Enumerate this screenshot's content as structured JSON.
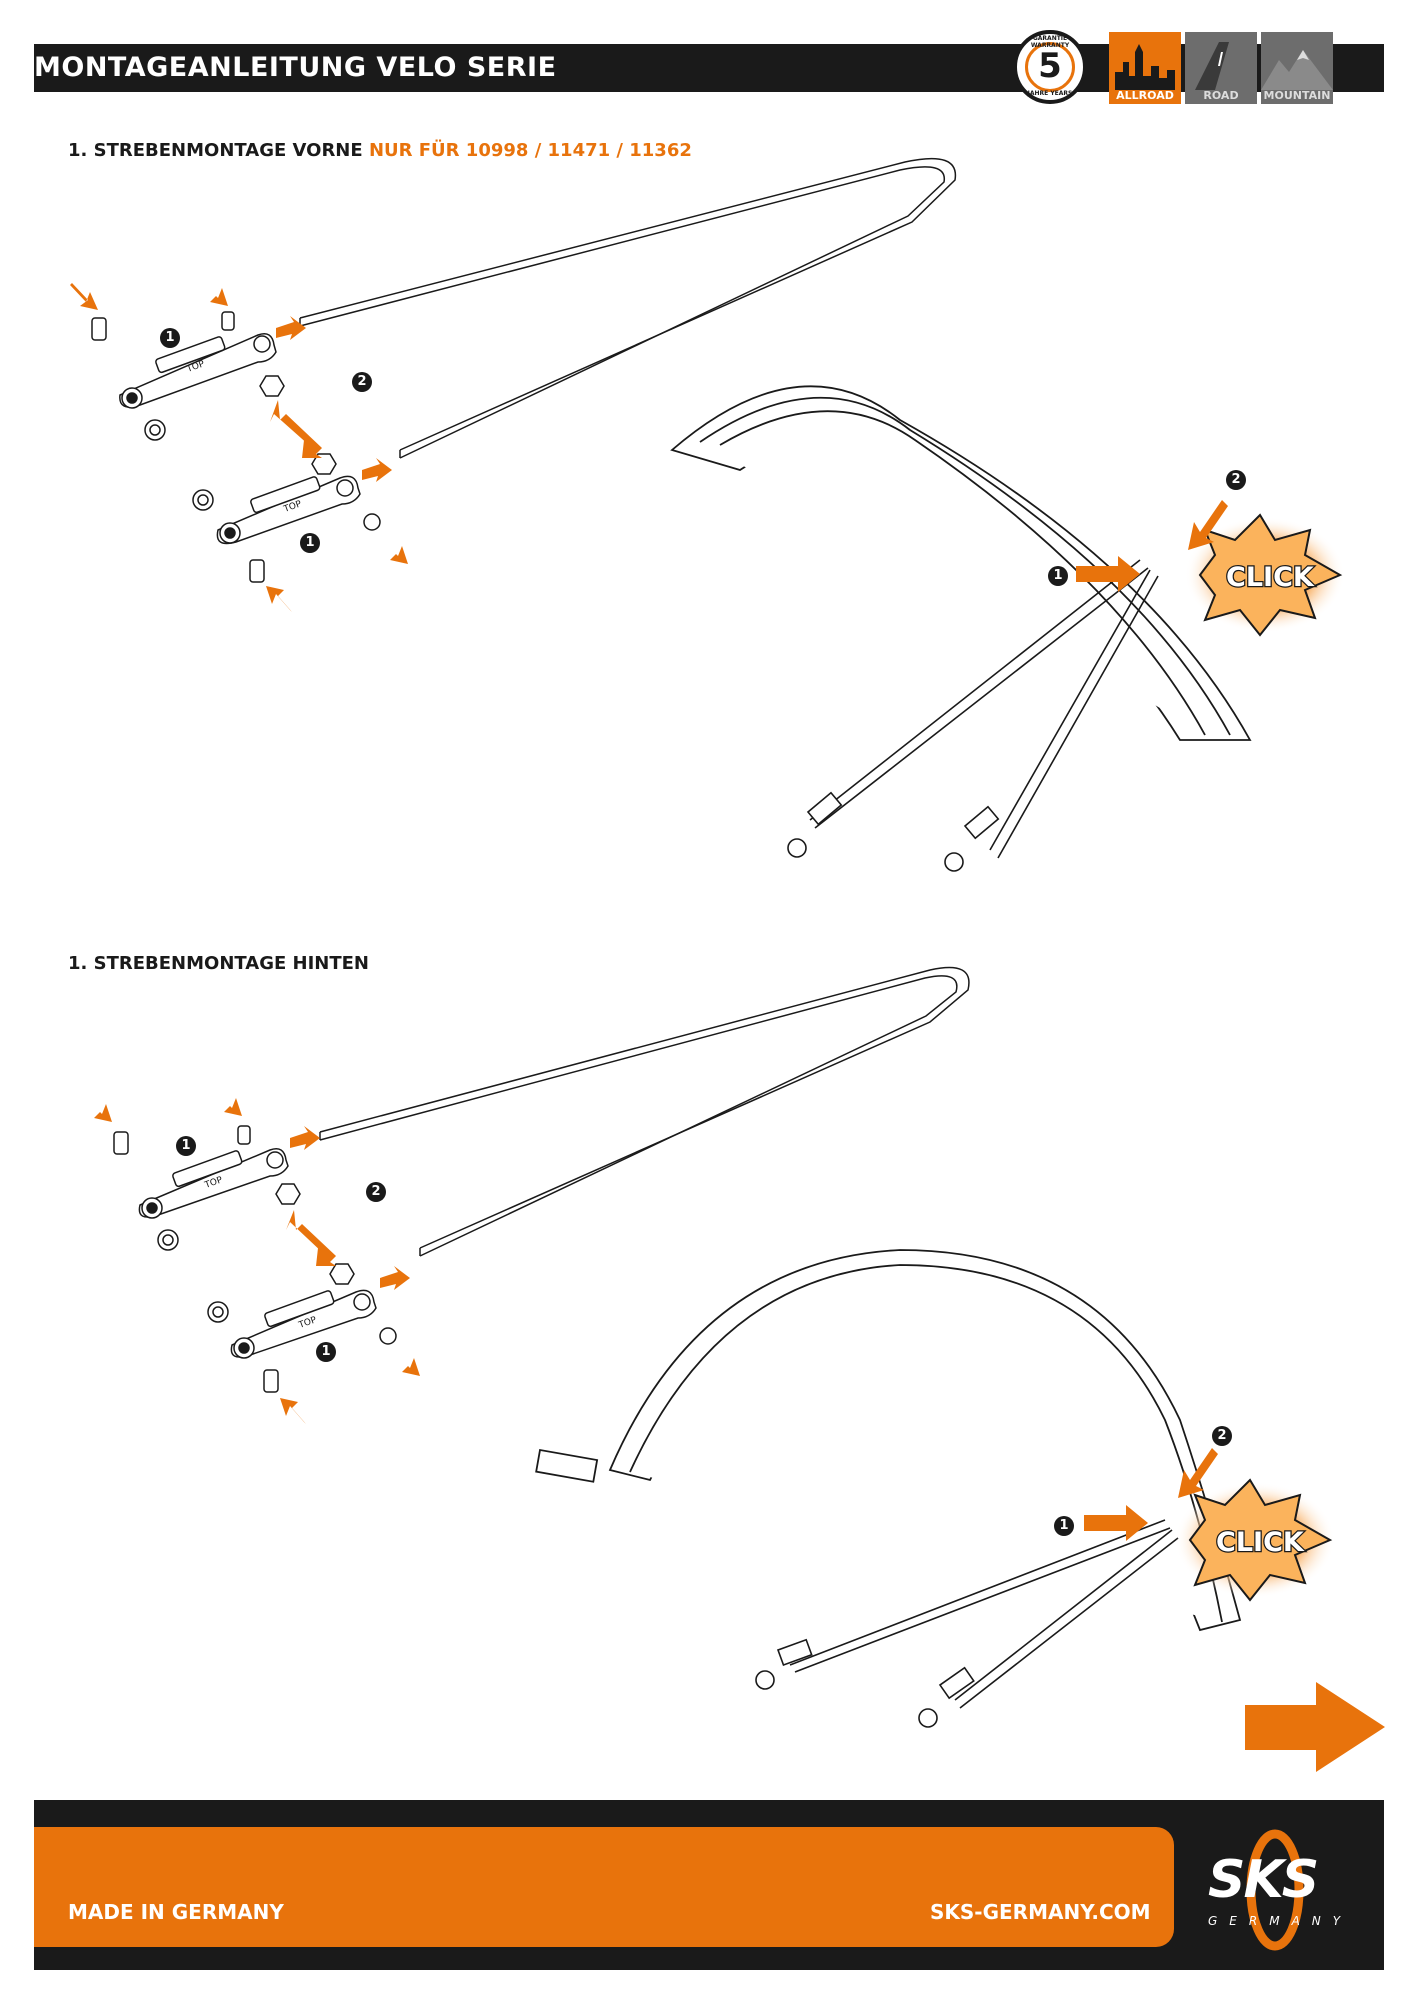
{
  "header": {
    "title": "MONTAGEANLEITUNG VELO SERIE",
    "warranty": {
      "number": "5",
      "top_text": "GARANTIE WARRANTY",
      "bottom_text": "JAHRE YEARS"
    },
    "badges": [
      "ALLROAD",
      "ROAD",
      "MOUNTAIN"
    ]
  },
  "section_front": {
    "title": "1. STREBENMONTAGE VORNE",
    "highlight": "NUR FÜR 10998 / 11471 / 11362"
  },
  "section_rear": {
    "title": "1. STREBENMONTAGE HINTEN"
  },
  "labels": {
    "step1": "1",
    "step2": "2",
    "click": "CLICK",
    "top": "TOP"
  },
  "footer": {
    "left": "MADE IN GERMANY",
    "right": "SKS-GERMANY.COM",
    "logo": "SKS",
    "logo_sub": "GERMANY"
  },
  "colors": {
    "accent": "#e8730c",
    "dark": "#1a1a1a",
    "badge_active": "#e8730c",
    "badge_inactive": "#6d6d6d"
  },
  "icons": [
    "orange-arrow-icon",
    "click-burst-icon",
    "next-page-arrow-icon",
    "washer-icon",
    "bolt-icon",
    "nut-icon"
  ]
}
